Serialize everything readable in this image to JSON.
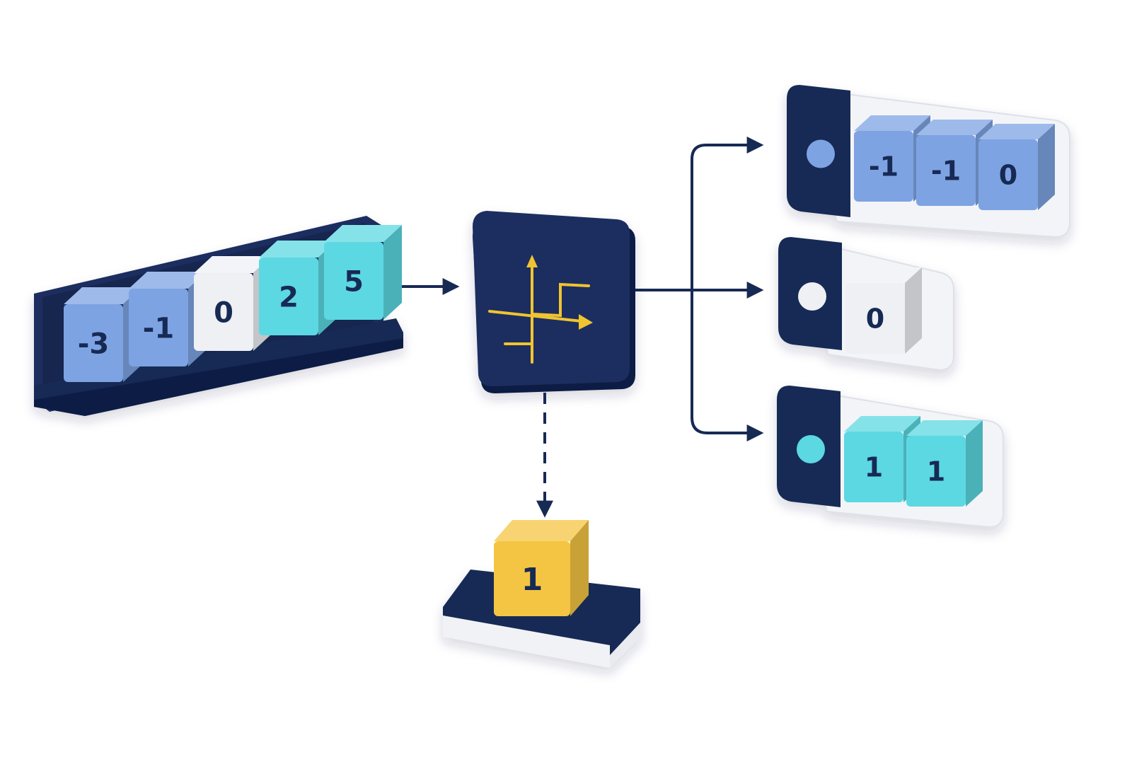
{
  "colors": {
    "navy": "#172a54",
    "blue_block": "#7ea3e3",
    "white_block": "#eef0f4",
    "cyan_block": "#5cd8e2",
    "yellow_block": "#f4c542",
    "curve": "#f0c431"
  },
  "input_row": {
    "values": [
      "-3",
      "-1",
      "0",
      "2",
      "5"
    ],
    "kinds": [
      "negative",
      "negative",
      "zero",
      "positive",
      "positive"
    ]
  },
  "function_node": {
    "icon": "sign-function-icon"
  },
  "output_groups": [
    {
      "name": "negative",
      "values": [
        "-1",
        "-1",
        "0"
      ],
      "kinds": [
        "negative",
        "negative",
        "negative"
      ]
    },
    {
      "name": "zero",
      "values": [
        "0"
      ],
      "kinds": [
        "zero"
      ]
    },
    {
      "name": "positive",
      "values": [
        "1",
        "1"
      ],
      "kinds": [
        "positive",
        "positive"
      ]
    }
  ],
  "scalar_output": {
    "value": "1",
    "kind": "scalar"
  }
}
